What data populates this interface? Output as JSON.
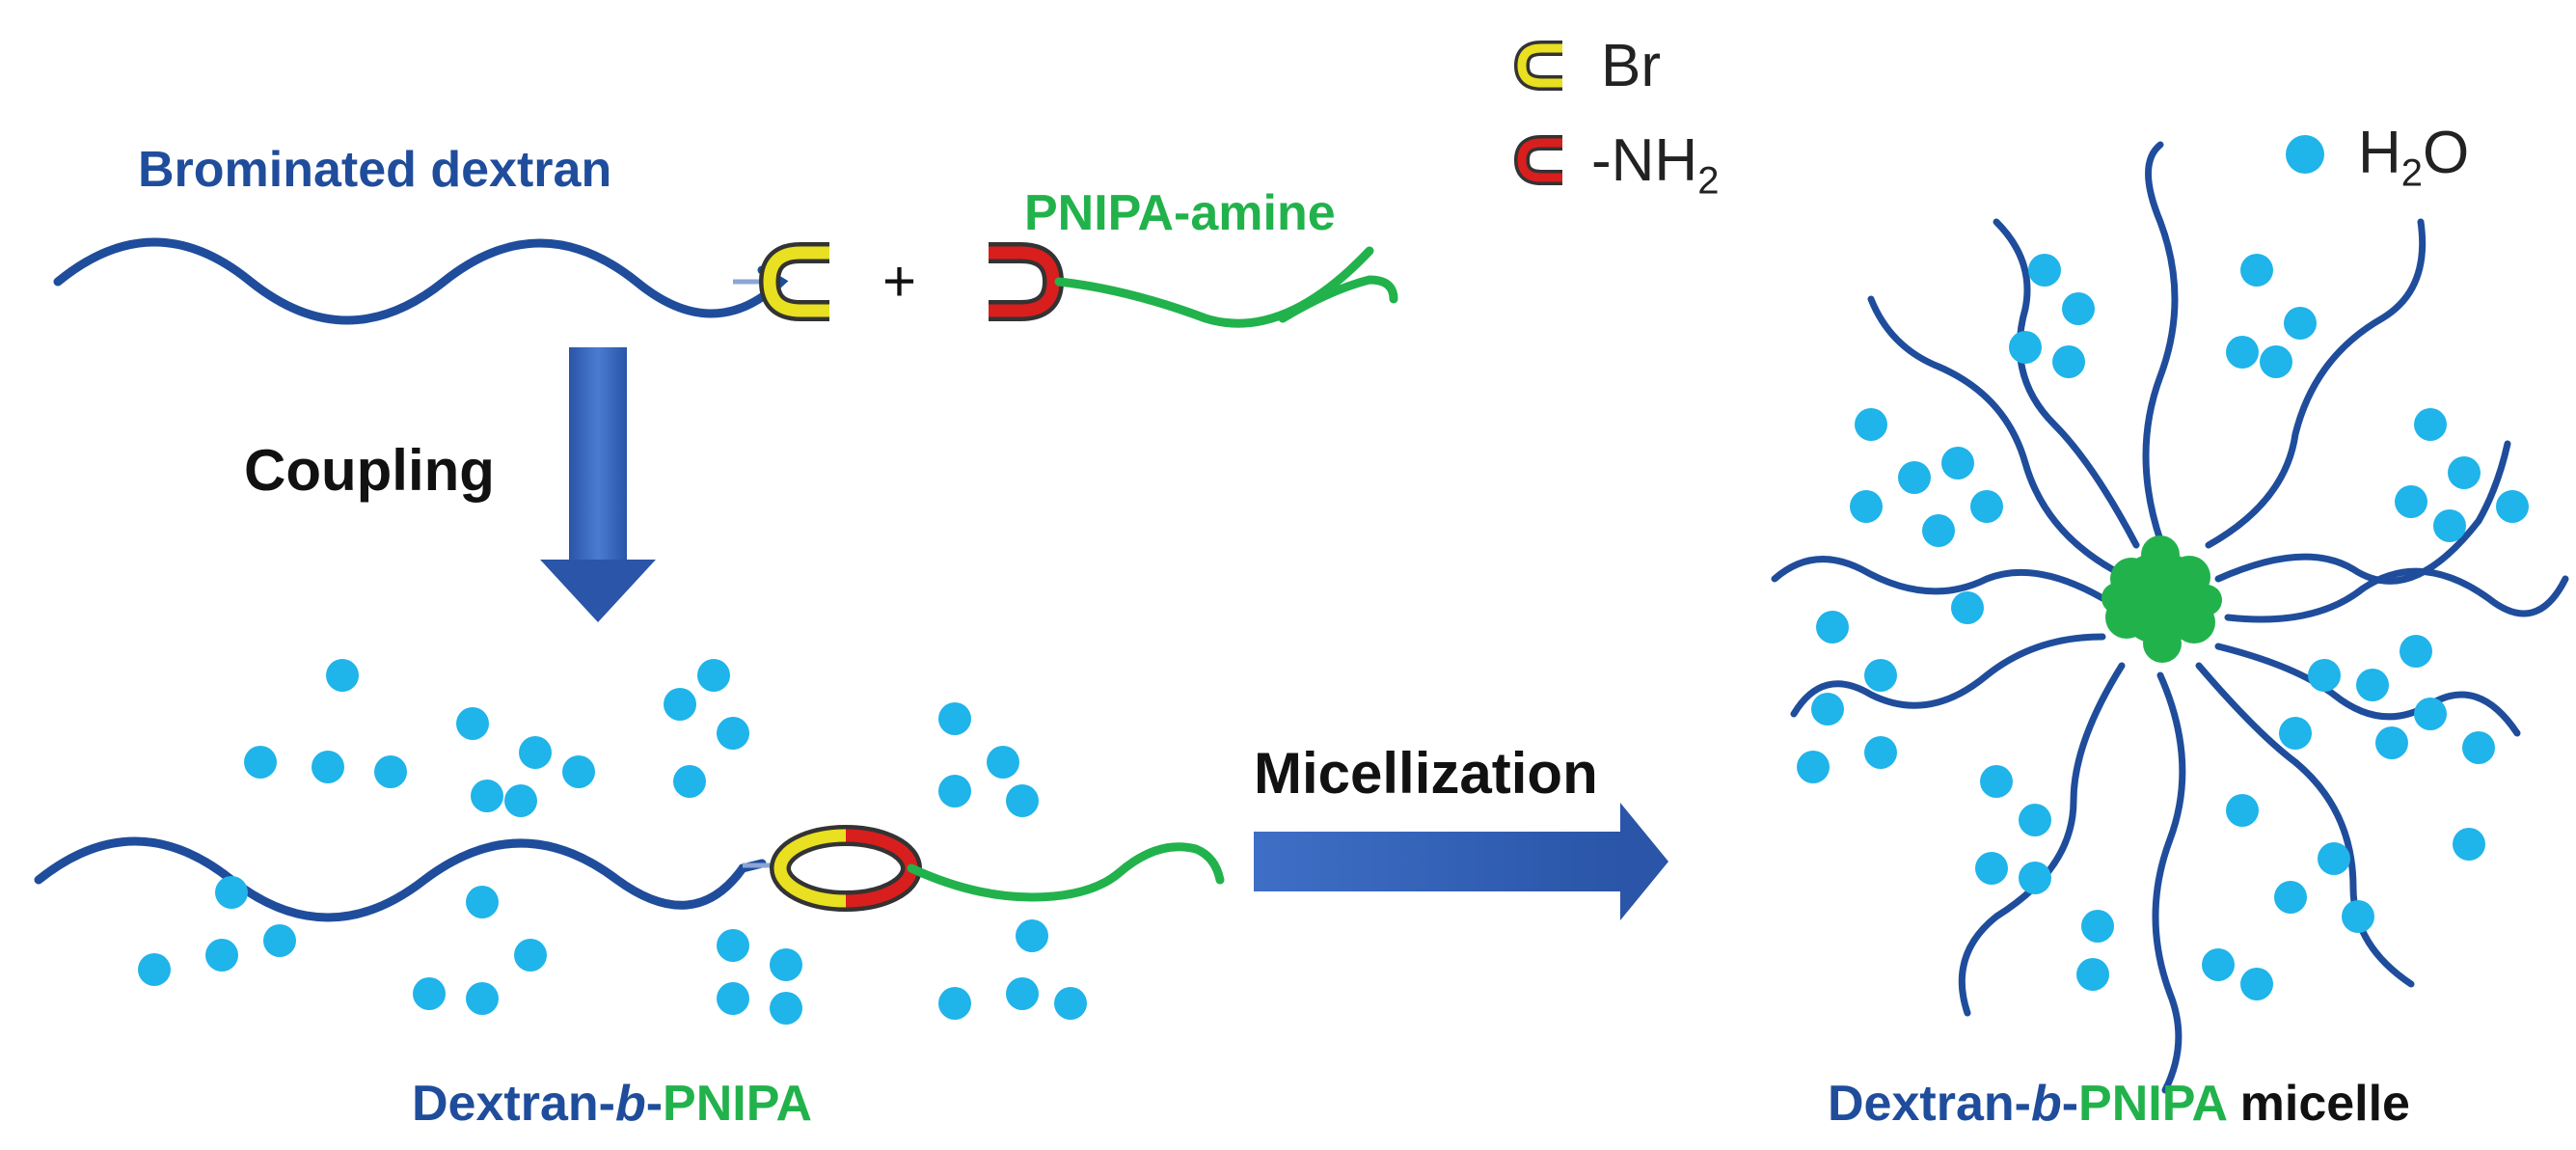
{
  "legend": {
    "br": {
      "icon": "yellow-clip-icon",
      "label": "Br"
    },
    "nh2": {
      "icon": "red-clip-icon",
      "label": "-NH",
      "subscript": "2"
    },
    "water": {
      "icon": "water-dot-icon",
      "label": "H",
      "subscript": "2",
      "label_tail": "O"
    }
  },
  "reactants": {
    "dextran_label": "Brominated dextran",
    "plus_sign": "+",
    "pnipa_label": "PNIPA-amine"
  },
  "steps": {
    "coupling": "Coupling",
    "micellization": "Micellization"
  },
  "copolymer": {
    "label_part1": "Dextran-",
    "label_italic": "b",
    "label_part2": "-",
    "label_part3": "PNIPA"
  },
  "micelle": {
    "label_part1": "Dextran-",
    "label_italic": "b",
    "label_part2": "-",
    "label_part3": "PNIPA",
    "label_part4": " micelle"
  },
  "colors": {
    "dextran": "#1f4d9c",
    "pnipa": "#22b24c",
    "water": "#1fb4ea",
    "bromine_clip": "#e8e020",
    "amine_clip": "#d91e1e",
    "arrow": "#2f5fb8"
  }
}
